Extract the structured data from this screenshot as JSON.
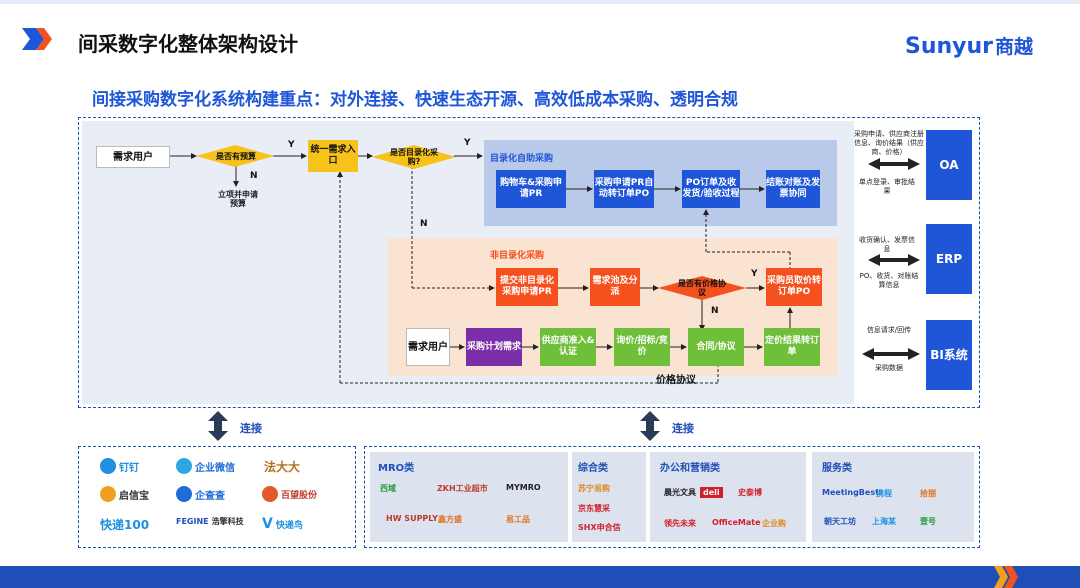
{
  "header": {
    "title": "间采数字化整体架构设计",
    "logo_text": "Sunyur",
    "logo_cn": "商越",
    "subtitle": "间接采购数字化系统构建重点：对外连接、快速生态开源、高效低成本采购、透明合规"
  },
  "flow": {
    "demand_user": "需求用户",
    "has_budget": "是否有预算",
    "n1": "N",
    "y1": "Y",
    "project_budget": "立项并申请预算",
    "unified_entry": "统一需求入口",
    "is_catalog": "是否目录化采购?",
    "y2": "Y",
    "n2": "N",
    "catalog_title": "目录化自助采购",
    "catalog_steps": [
      "购物车&采购申请PR",
      "采购申请PR自动转订单PO",
      "PO订单及收发货/验收过程",
      "结账对账及发票协同"
    ],
    "noncatalog_title": "非目录化采购",
    "noncatalog_steps": [
      "提交非目录化采购申请PR",
      "需求池及分派"
    ],
    "has_price": "是否有价格协议",
    "y3": "Y",
    "n3": "N",
    "buyer_order": "采购员取价转订单PO",
    "demand_user2": "需求用户",
    "bottom_steps": [
      "采购计划需求",
      "供应商准入&认证",
      "询价/招标/竞价",
      "合同/协议",
      "定价结果转订单"
    ],
    "price_agreement": "价格协议"
  },
  "side": {
    "oa": "OA",
    "oa_text1": "采购申请、供应商注册信息、询价结果（供应商、价格）",
    "oa_text2": "单点登录、审批结果",
    "erp": "ERP",
    "erp_text1": "收货确认、发票信息",
    "erp_text2": "PO、收货、对账结算信息",
    "bi": "BI系统",
    "bi_text1": "信息请求/回传",
    "bi_text2": "采购数据"
  },
  "connect": {
    "left": "连接",
    "right": "连接"
  },
  "left_logos": [
    "钉钉",
    "企业微信",
    "法大大",
    "启信宝",
    "企查查",
    "百望股份",
    "快递100",
    "FEGINE",
    "快递鸟"
  ],
  "left_logos_sub": [
    "",
    "",
    "",
    "",
    "",
    "",
    "",
    "浩擎科技",
    ""
  ],
  "categories": {
    "mro": {
      "title": "MRO类",
      "items": [
        "西域",
        "ZKH工业超市",
        "MYMRO",
        "HW SUPPLY",
        "鑫方盛",
        "易工品"
      ]
    },
    "general": {
      "title": "综合类",
      "items": [
        "苏宁易购",
        "京东慧采",
        "SHX申合信"
      ]
    },
    "office": {
      "title": "办公和营销类",
      "items": [
        "晨光文具",
        "deli",
        "史泰博",
        "领先未来",
        "OfficeMate",
        "企业购"
      ]
    },
    "service": {
      "title": "服务类",
      "items": [
        "MeetingBest",
        "携程",
        "拾捌",
        "朝天工坊",
        "上海某",
        "壹号"
      ]
    }
  },
  "colors": {
    "blue": "#1f56d8",
    "orange": "#f4511e",
    "green": "#6fbf3a",
    "yellow": "#f7c21a",
    "purple": "#7a2ea8"
  }
}
